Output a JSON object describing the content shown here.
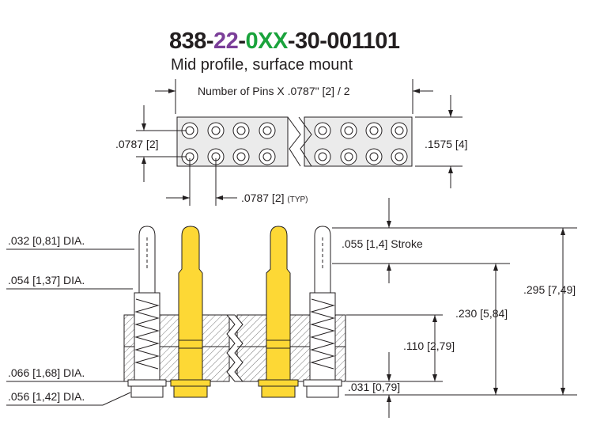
{
  "part_number": {
    "segments": [
      {
        "text": "838-",
        "color": "#231f20"
      },
      {
        "text": "22",
        "color": "#7b3f99"
      },
      {
        "text": "-",
        "color": "#231f20"
      },
      {
        "text": "0XX",
        "color": "#1aa33c"
      },
      {
        "text": "-30-001101",
        "color": "#231f20"
      }
    ]
  },
  "subtitle": "Mid profile, surface mount",
  "dimensions": {
    "width_formula": "Number of Pins X .0787\" [2] / 2",
    "row_pitch": ".0787 [2]",
    "row_height": ".1575 [4]",
    "pin_pitch": ".0787 [2]",
    "pin_pitch_typ": "(TYP)",
    "tip_dia": ".032 [0,81] DIA.",
    "barrel_dia": ".054 [1,37] DIA.",
    "flange_dia": ".066 [1,68] DIA.",
    "tail_dia": ".056 [1,42] DIA.",
    "stroke": ".055 [1,4] Stroke",
    "overall_height": ".295 [7,49]",
    "extended_height": ".230 [5,84]",
    "insulator_height": ".110 [2,79]",
    "base_height": ".031 [0,79]"
  },
  "colors": {
    "ink": "#231f20",
    "gold": "#fdd835",
    "insulator": "#e6e6e6",
    "plunger_accent": "#7b3f99",
    "series_accent": "#1aa33c"
  }
}
